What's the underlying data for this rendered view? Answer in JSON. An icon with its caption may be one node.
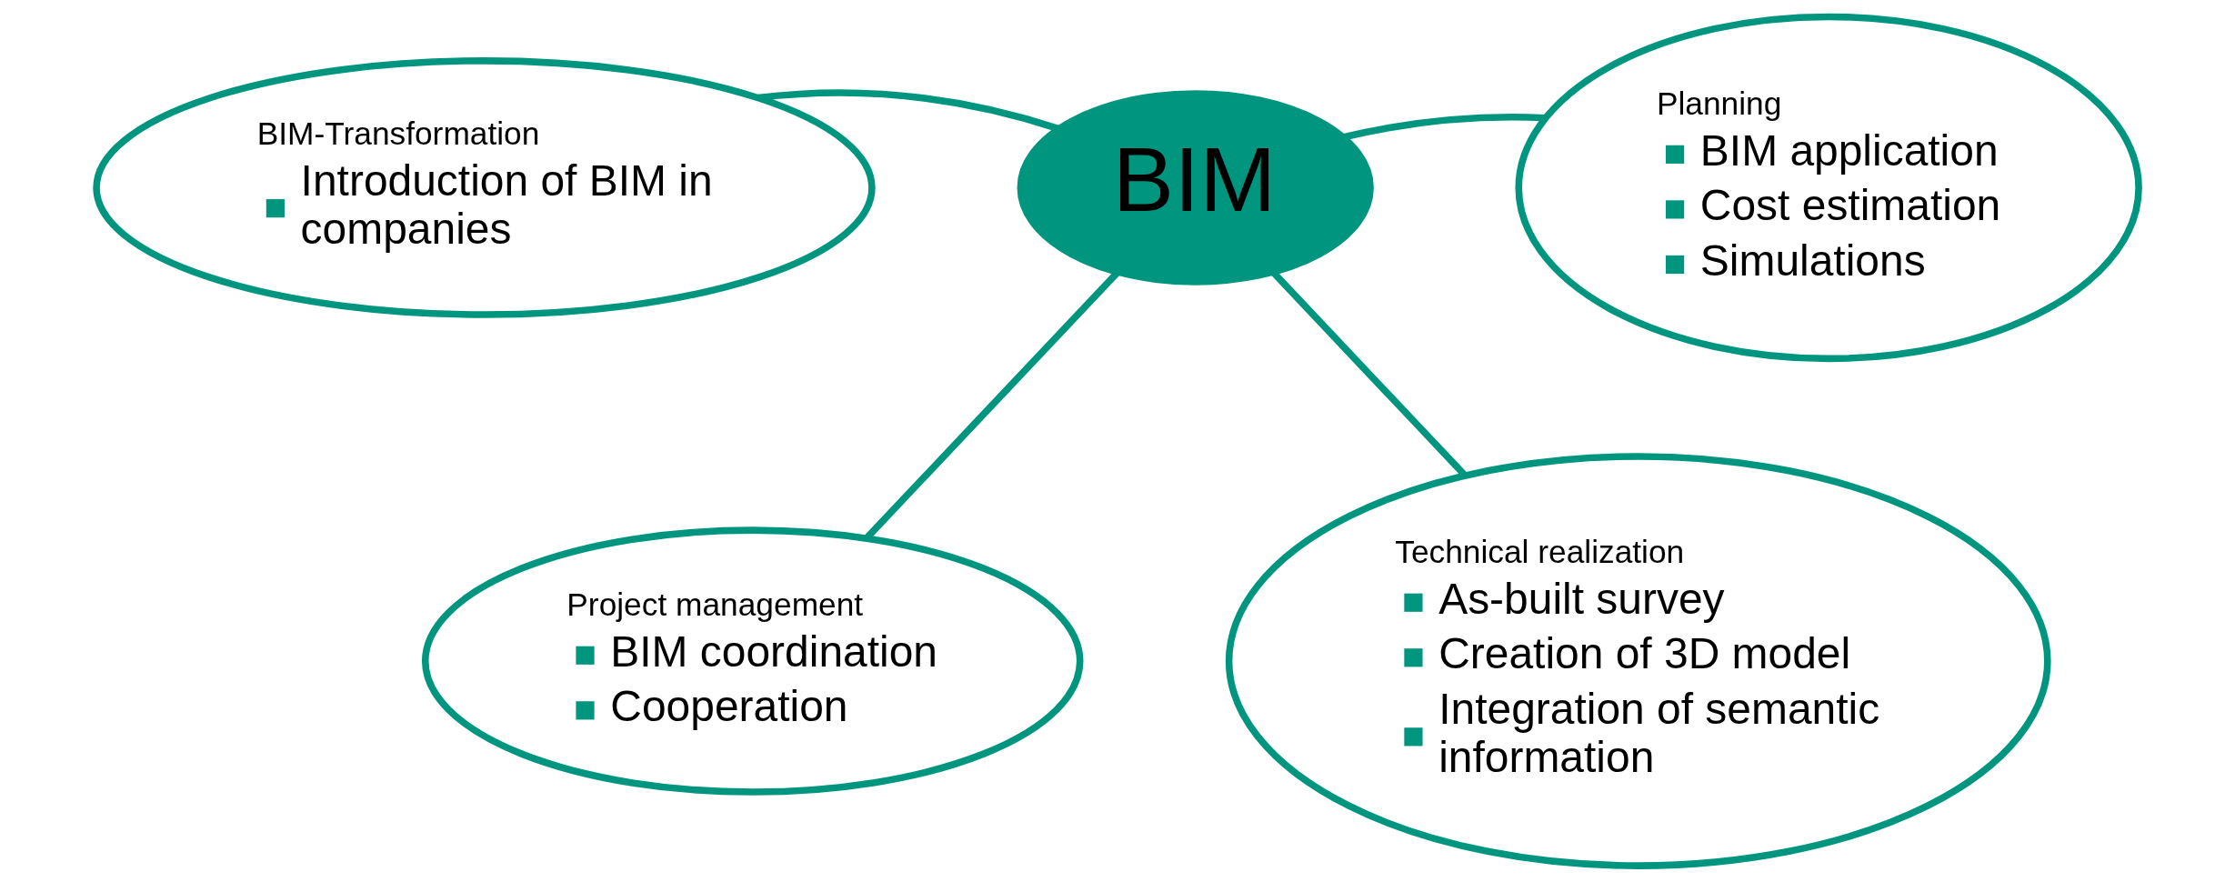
{
  "diagram": {
    "nodes": [
      {
        "text": [
          "BIM"
        ]
      },
      {
        "text": [
          "BIM-Transformation",
          "Introduction of BIM in companies"
        ]
      },
      {
        "text": [
          "Planning",
          "BIM application",
          "Cost estimation",
          "Simulations"
        ]
      },
      {
        "text": [
          "Project management",
          "BIM coordination",
          "Cooperation"
        ]
      },
      {
        "text": [
          "Technical realization",
          "As-built survey",
          "Creation of 3D model",
          "Integration of semantic information"
        ]
      }
    ],
    "edges": [
      {
        "from": 0,
        "to": 1,
        "arrow": "none"
      },
      {
        "from": 0,
        "to": 2,
        "arrow": "none"
      },
      {
        "from": 0,
        "to": 3,
        "arrow": "none"
      },
      {
        "from": 0,
        "to": 4,
        "arrow": "none"
      }
    ]
  }
}
